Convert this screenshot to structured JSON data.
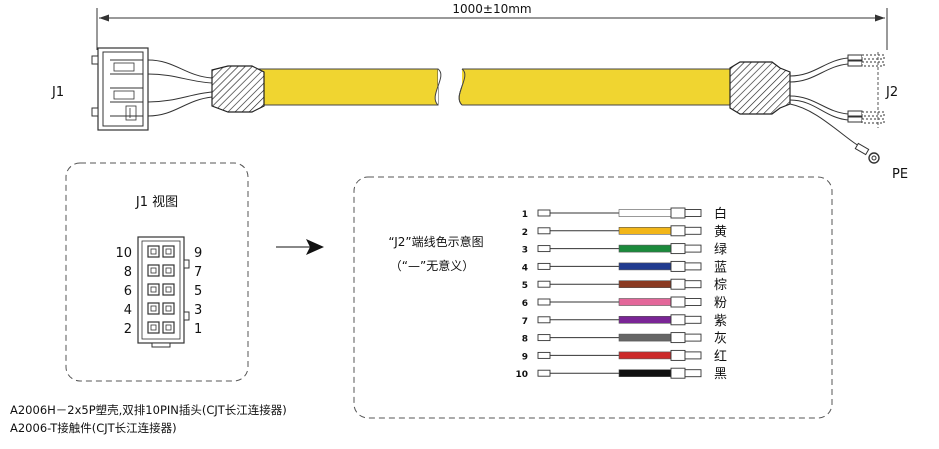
{
  "cable": {
    "length_label": "1000±10mm",
    "j1_label": "J1",
    "j2_label": "J2",
    "pe_label": "PE",
    "jacket_color": "#f0d530"
  },
  "j1_view": {
    "title": "J1 视图",
    "pins_left": [
      "10",
      "8",
      "6",
      "4",
      "2"
    ],
    "pins_right": [
      "9",
      "7",
      "5",
      "3",
      "1"
    ]
  },
  "j2_panel": {
    "title": "“J2”端线色示意图",
    "subtitle": "（“—”无意义）",
    "wires": [
      {
        "num": "1",
        "color_name": "白",
        "color": "#ffffff"
      },
      {
        "num": "2",
        "color_name": "黄",
        "color": "#f2b619"
      },
      {
        "num": "3",
        "color_name": "绿",
        "color": "#1b8a3c"
      },
      {
        "num": "4",
        "color_name": "蓝",
        "color": "#1f3a8f"
      },
      {
        "num": "5",
        "color_name": "棕",
        "color": "#8b3a22"
      },
      {
        "num": "6",
        "color_name": "粉",
        "color": "#e3679a"
      },
      {
        "num": "7",
        "color_name": "紫",
        "color": "#7a2596"
      },
      {
        "num": "8",
        "color_name": "灰",
        "color": "#666666"
      },
      {
        "num": "9",
        "color_name": "红",
        "color": "#cc2a2a"
      },
      {
        "num": "10",
        "color_name": "黑",
        "color": "#111111"
      }
    ]
  },
  "notes": {
    "line1": "A2006H－2x5P塑壳,双排10PIN插头(CJT长江连接器)",
    "line2": "A2006-T接触件(CJT长江连接器)"
  }
}
